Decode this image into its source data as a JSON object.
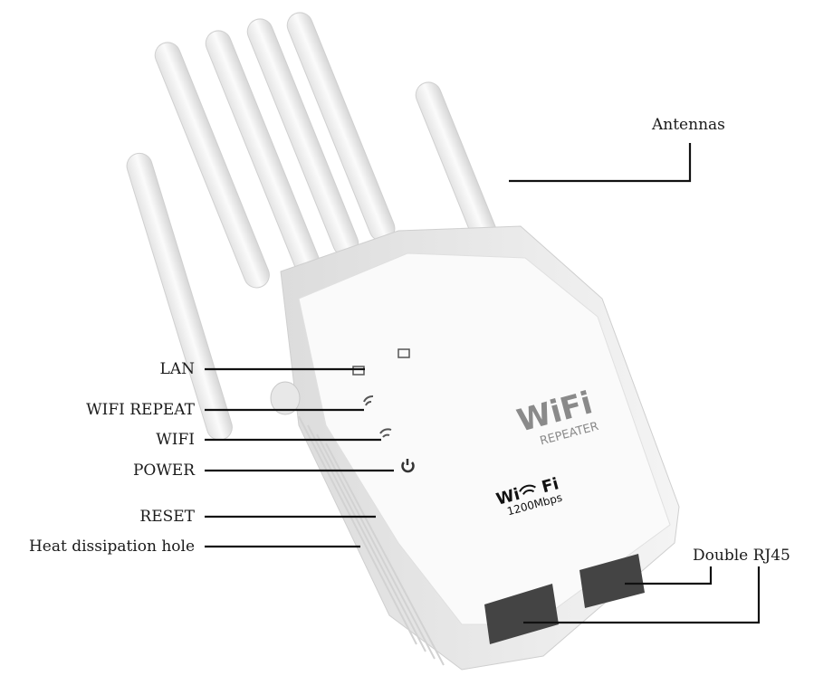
{
  "labels": {
    "antennas": "Antennas",
    "lan": "LAN",
    "wifi_repeat": "WIFI REPEAT",
    "wifi": "WIFI",
    "power": "POWER",
    "reset": "RESET",
    "heat": "Heat dissipation hole",
    "rj45": "Double RJ45"
  },
  "device": {
    "logo_main": "WiFi",
    "logo_sub": "REPEATER",
    "badge_left": "Wi",
    "badge_right": "Fi",
    "badge_speed": "1200Mbps"
  },
  "icons": [
    "lan-icon",
    "wifi-repeat-icon",
    "wifi-icon",
    "power-icon"
  ]
}
